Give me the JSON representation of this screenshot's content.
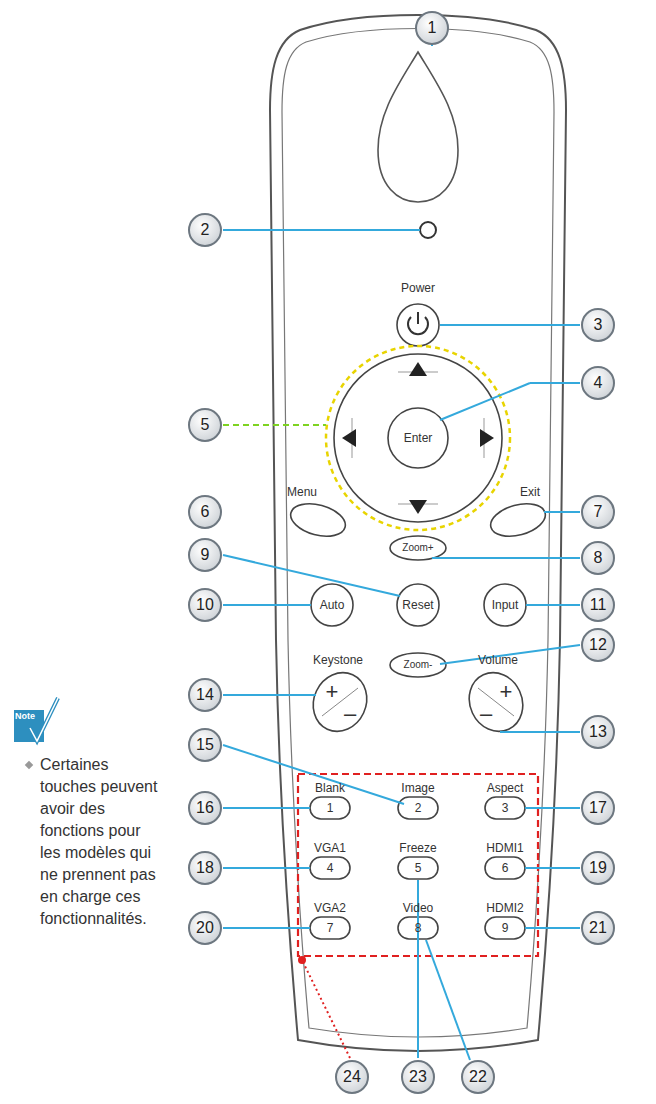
{
  "diagram": {
    "labels": [
      "1",
      "2",
      "Power",
      "3",
      "4",
      "Enter",
      "5",
      "Menu",
      "6",
      "Exit",
      "7",
      "Zoom+",
      "8",
      "9",
      "Reset",
      "10",
      "Auto",
      "Input",
      "11",
      "12",
      "Zoom-",
      "Keystone",
      "14",
      "Volume",
      "+",
      "–",
      "+",
      "–",
      "13",
      "15",
      "Blank",
      "1",
      "16",
      "Image",
      "2",
      "Aspect",
      "3",
      "17",
      "Note",
      "Certaines touches peuvent avoir des fonctions pour les modèles qui ne prennent pas en charge ces fonctionnalités.",
      "18",
      "VGA1",
      "4",
      "Freeze",
      "5",
      "HDMI1",
      "6",
      "19",
      "20",
      "VGA2",
      "7",
      "Video",
      "8",
      "HDMI2",
      "9",
      "21",
      "24",
      "23",
      "22"
    ]
  }
}
